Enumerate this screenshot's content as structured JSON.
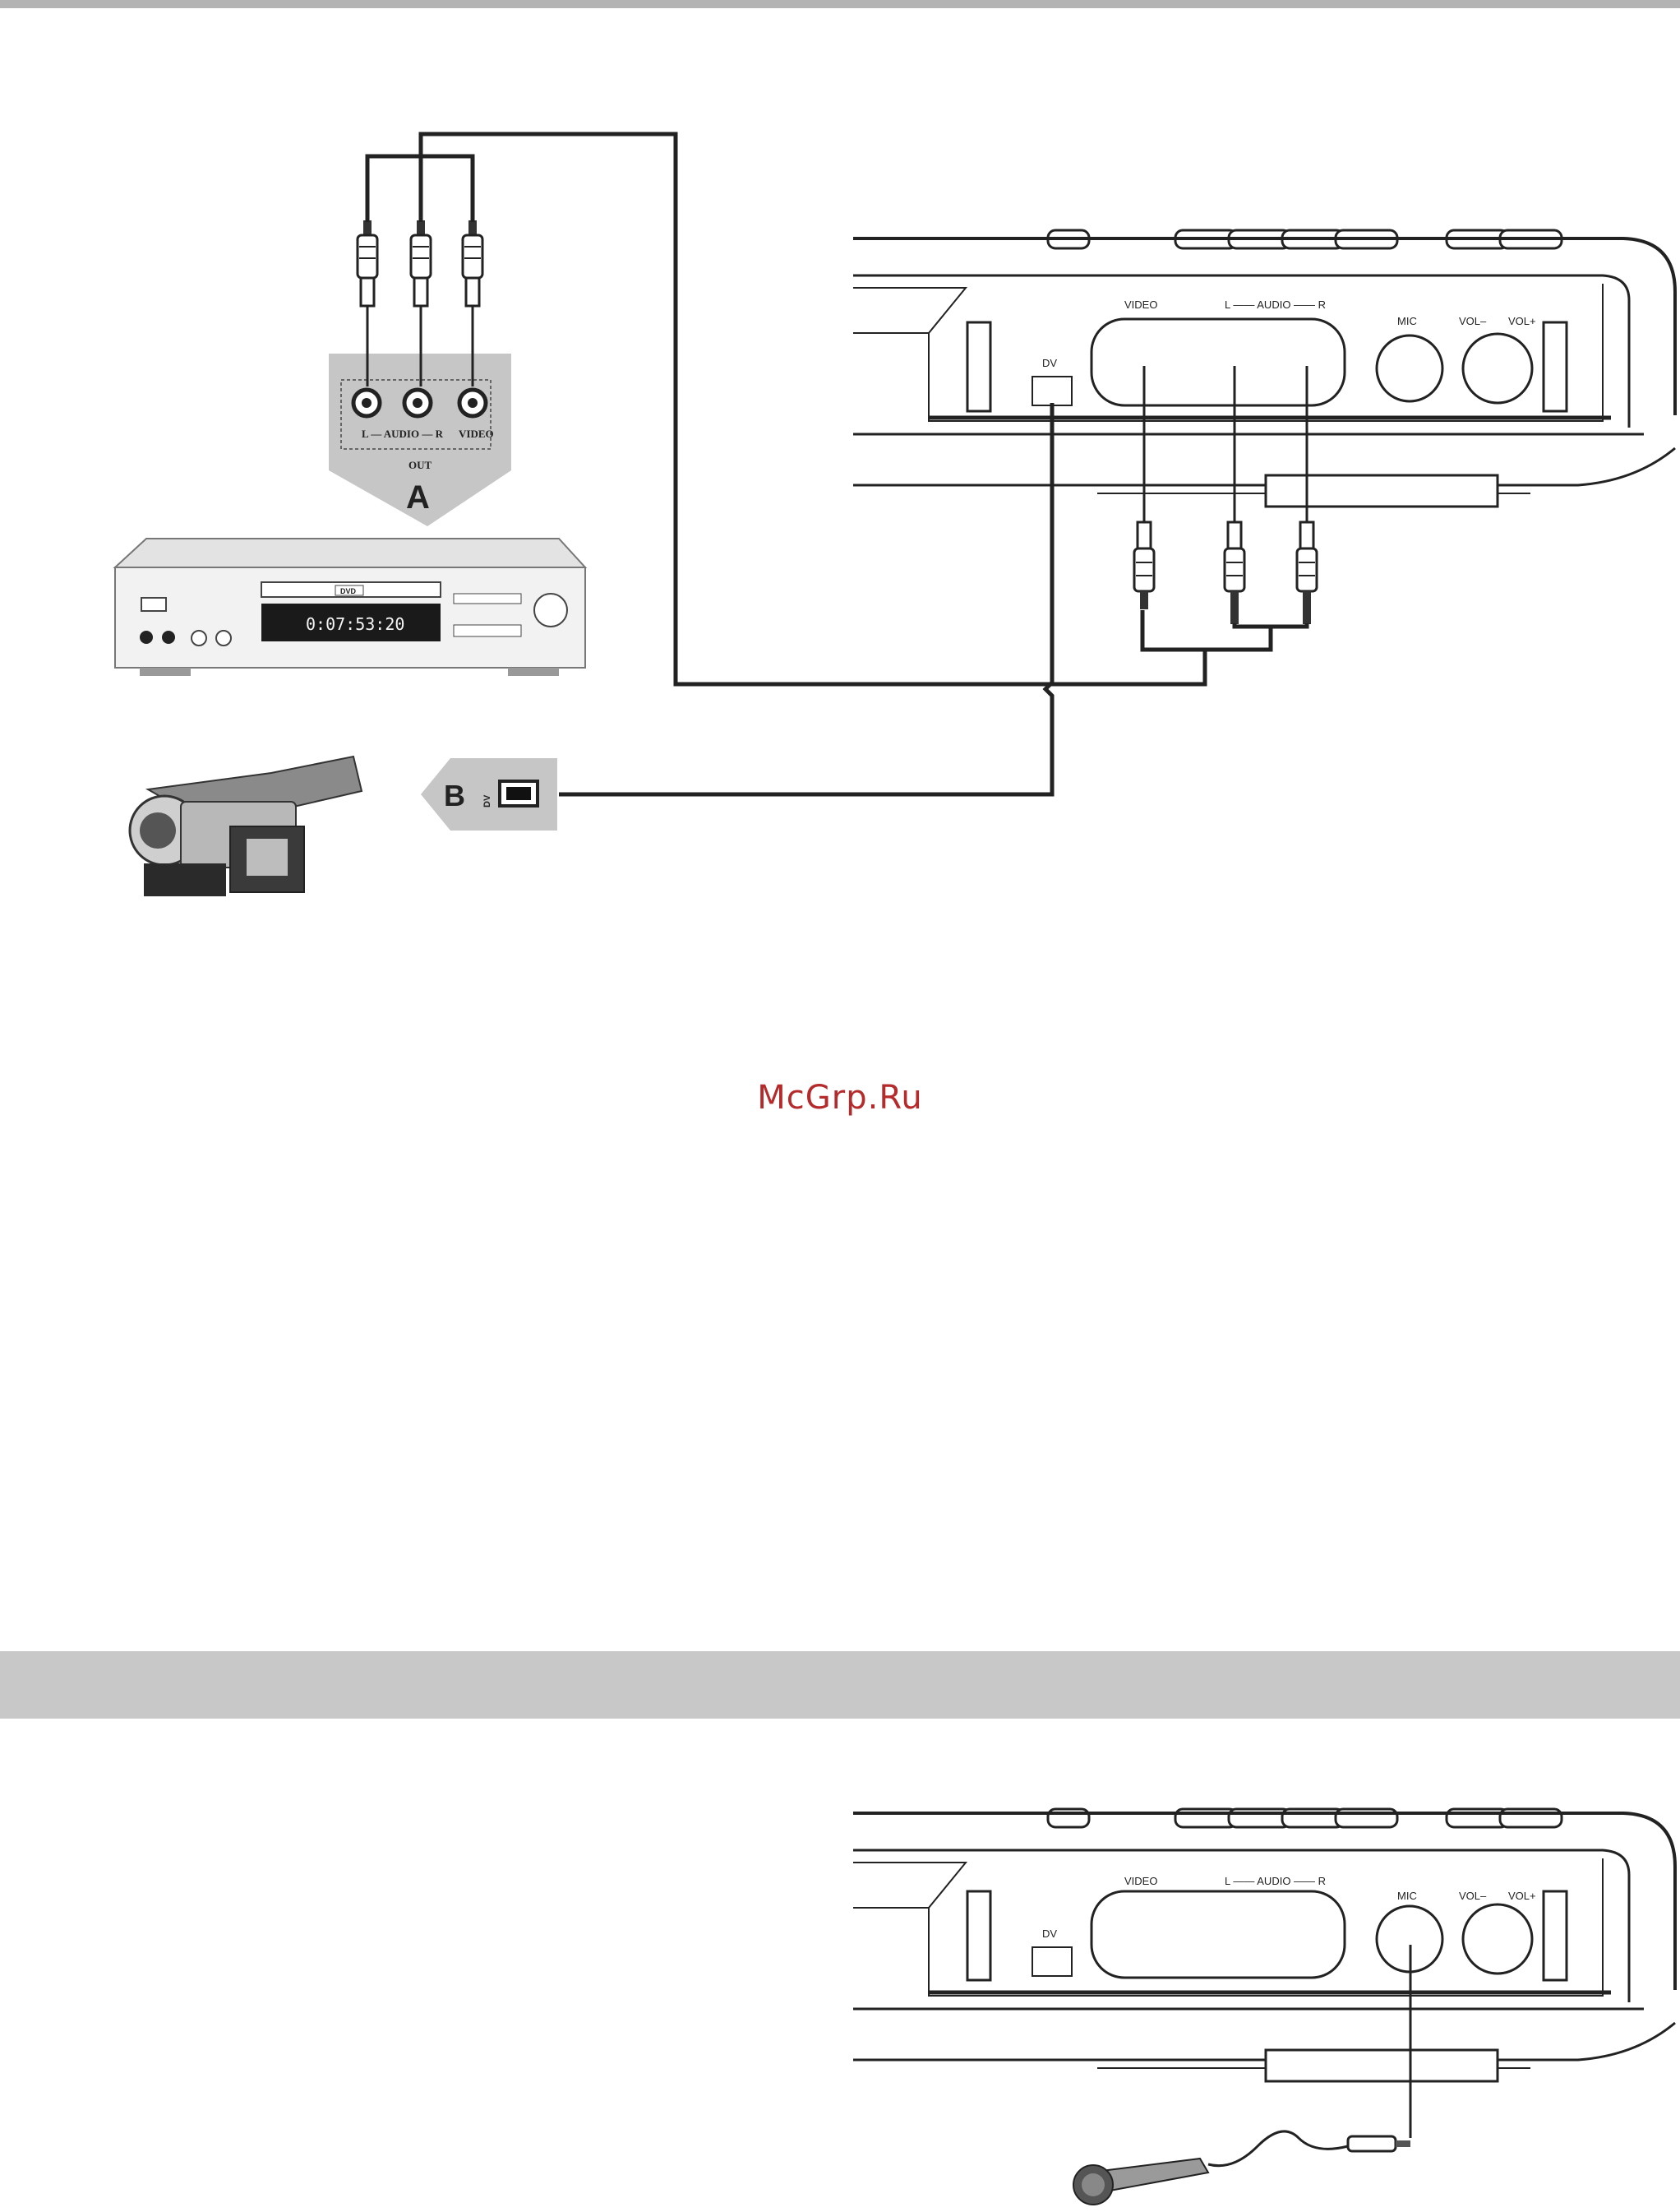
{
  "watermark": "McGrp.Ru",
  "panel_top": {
    "video": "VIDEO",
    "audio": "L —— AUDIO —— R",
    "dv": "DV",
    "mic": "MIC",
    "vol_minus": "VOL–",
    "vol_plus": "VOL+"
  },
  "panel_bottom": {
    "video": "VIDEO",
    "audio": "L —— AUDIO —— R",
    "dv": "DV",
    "mic": "MIC",
    "vol_minus": "VOL–",
    "vol_plus": "VOL+"
  },
  "source_a": {
    "jacks": "L — AUDIO — R",
    "video": "VIDEO",
    "out": "OUT",
    "letter": "A",
    "display": "0:07:53:20",
    "logo": "DVD"
  },
  "source_b": {
    "letter": "B",
    "port": "DV"
  }
}
